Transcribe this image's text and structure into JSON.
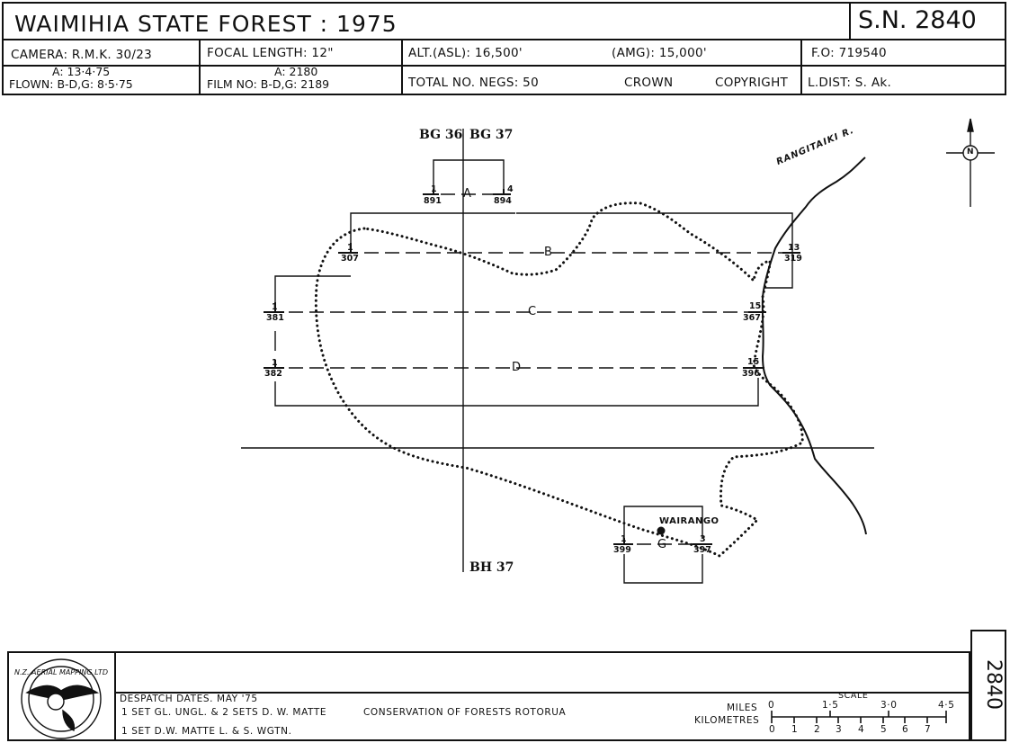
{
  "header": {
    "title": "WAIMIHIA STATE FOREST : 1975",
    "sheet_number": "S.N. 2840",
    "camera": "CAMERA: R.M.K. 30/23",
    "focal_length": "FOCAL LENGTH: 12\"",
    "alt_asl": "ALT.(ASL): 16,500'",
    "alt_amg": "(AMG): 15,000'",
    "fo": "F.O: 719540",
    "flown_top": "A: 13·4·75",
    "flown": "FLOWN: B-D,G: 8·5·75",
    "film_top": "A: 2180",
    "film": "FILM NO: B-D,G: 2189",
    "total_negs": "TOTAL NO. NEGS: 50",
    "crown": "CROWN",
    "copyright": "COPYRIGHT",
    "l_dist": "L.DIST: S. Ak."
  },
  "map": {
    "grid_labels": {
      "bg36": "BG 36",
      "bg37": "BG 37",
      "bh37": "BH 37"
    },
    "river_label": "RANGITAIKI R.",
    "place_label": "WAIRANGO",
    "north_symbol": "N",
    "runs": [
      {
        "run": "A",
        "left_frame_top": "1",
        "left_frame": "891",
        "right_frame_top": "4",
        "right_frame": "894"
      },
      {
        "run": "B",
        "left_frame_top": "1",
        "left_frame": "307",
        "right_frame_top": "13",
        "right_frame": "319"
      },
      {
        "run": "C",
        "left_frame_top": "1",
        "left_frame": "381",
        "right_frame_top": "15",
        "right_frame": "367"
      },
      {
        "run": "D",
        "left_frame_top": "1",
        "left_frame": "382",
        "right_frame_top": "15",
        "right_frame": "396"
      },
      {
        "run": "G",
        "left_frame_top": "1",
        "left_frame": "399",
        "right_frame_top": "3",
        "right_frame": "397"
      }
    ]
  },
  "footer": {
    "logo_text": "N.Z. AERIAL MAPPING LTD",
    "despatch_title": "DESPATCH DATES. MAY '75",
    "despatch_line1": "1 SET GL. UNGL. & 2 SETS D. W. MATTE",
    "despatch_recipient1": "CONSERVATION OF FORESTS ROTORUA",
    "despatch_line2": "1 SET D.W. MATTE L. & S. WGTN.",
    "scale_title": "SCALE",
    "miles_label": "MILES",
    "km_label": "KILOMETRES",
    "miles_ticks": [
      "0",
      "1·5",
      "3·0",
      "4·5"
    ],
    "km_ticks": [
      "0",
      "1",
      "2",
      "3",
      "4",
      "5",
      "6",
      "7"
    ],
    "side_number": "2840"
  }
}
